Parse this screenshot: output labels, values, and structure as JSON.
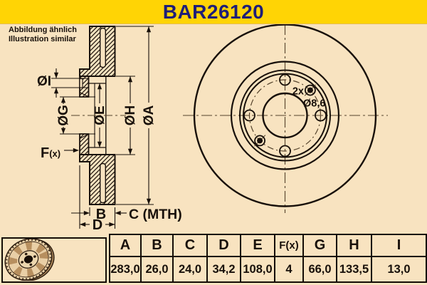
{
  "banner": {
    "part_number": "BAR26120"
  },
  "note": {
    "line1": "Abbildung ähnlich",
    "line2": "Illustration similar"
  },
  "section_view": {
    "labels": {
      "dia_i": "ØI",
      "dia_g": "ØG",
      "dia_e": "ØE",
      "dia_h": "ØH",
      "dia_a": "ØA",
      "f": "F",
      "f_suffix": "(x)",
      "b": "B",
      "c_mth": "C (MTH)",
      "d": "D"
    }
  },
  "front_view": {
    "hole_count_label": "2x",
    "hole_dia_label": "Ø8,6"
  },
  "table": {
    "headers": [
      "A",
      "B",
      "C",
      "D",
      "E",
      "F(x)",
      "G",
      "H",
      "I"
    ],
    "values": [
      "283,0",
      "26,0",
      "24,0",
      "34,2",
      "108,0",
      "4",
      "66,0",
      "133,5",
      "13,0"
    ]
  },
  "colors": {
    "banner_bg": "#ffd405",
    "banner_text": "#1e1e78",
    "page_bg": "#f8e3c0",
    "line": "#18100a",
    "centerline": "#55432c"
  }
}
